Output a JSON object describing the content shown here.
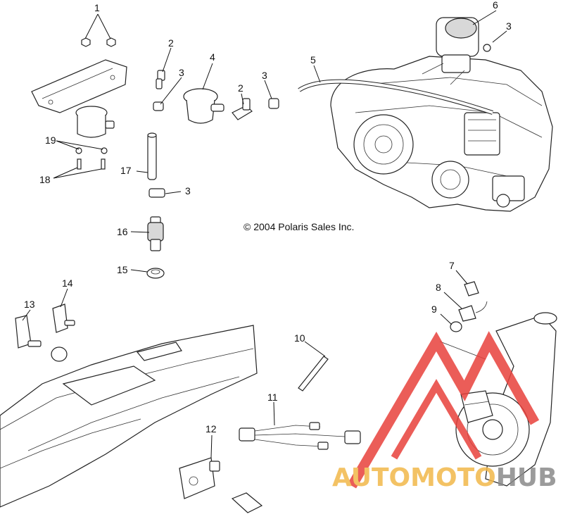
{
  "callouts": [
    "1",
    "2",
    "3",
    "4",
    "2",
    "3",
    "3",
    "5",
    "6",
    "3",
    "19",
    "18",
    "17",
    "3",
    "16",
    "15",
    "7",
    "8",
    "9",
    "13",
    "14",
    "10",
    "11",
    "12"
  ],
  "copyright": "© 2004 Polaris Sales Inc.",
  "watermark": {
    "part1": "AUTOMOTO",
    "part2": "HUB",
    "color1": "#f2b84a",
    "color2": "#8a8a8a",
    "logo_color": "#e8413c"
  }
}
